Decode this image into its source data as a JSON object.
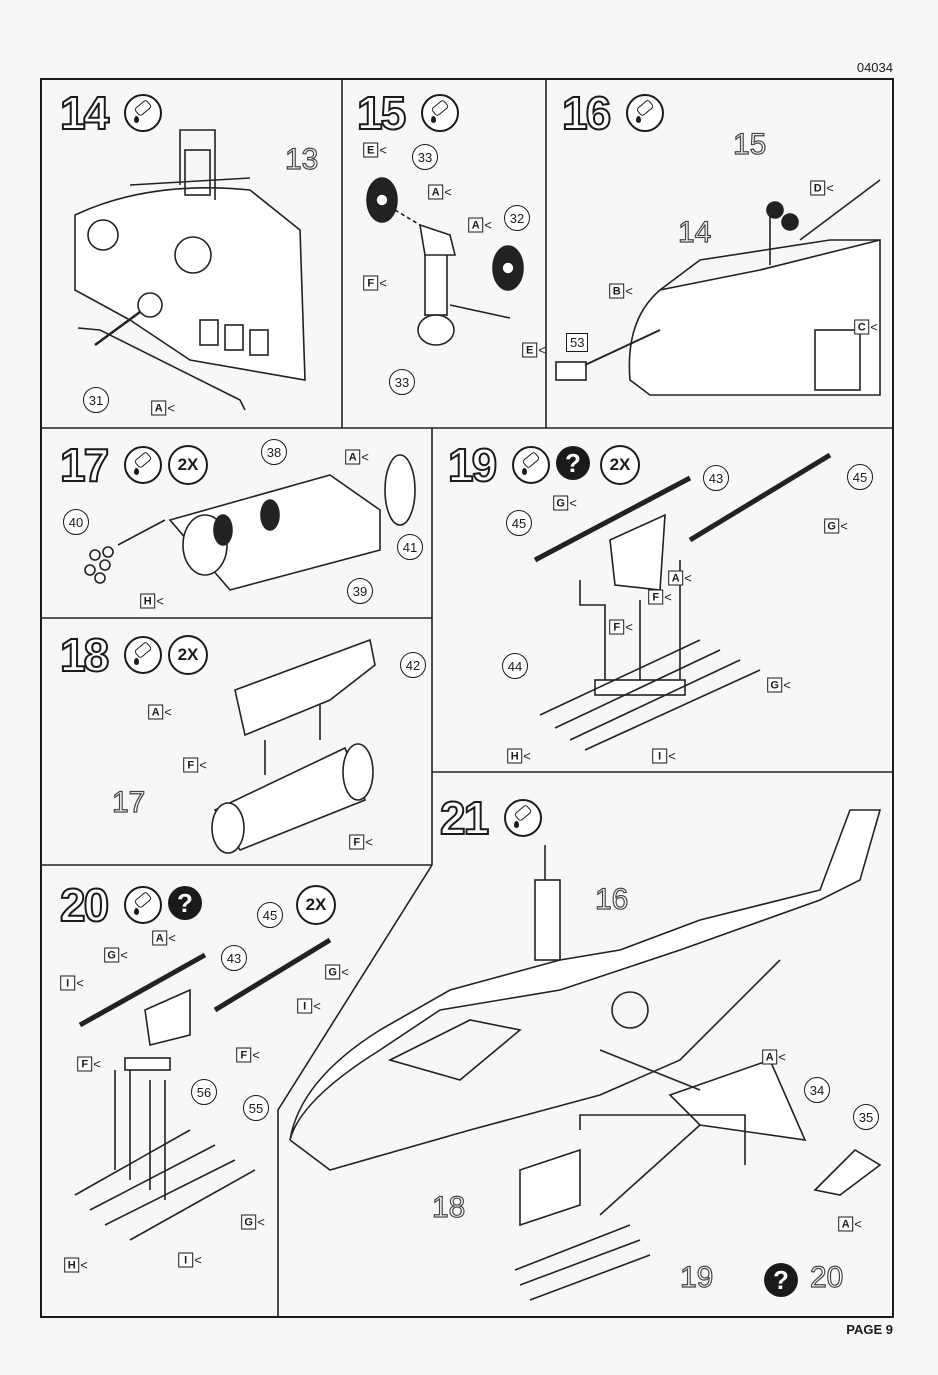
{
  "header": {
    "code": "04034"
  },
  "footer": {
    "page": "PAGE 9"
  },
  "steps": [
    {
      "number": "14",
      "icons": [
        "glue-icon"
      ],
      "multiplier": null,
      "callouts": [
        {
          "t": "on",
          "v": "13"
        },
        {
          "t": "pc",
          "v": "31"
        },
        {
          "t": "fl",
          "v": "A"
        }
      ]
    },
    {
      "number": "15",
      "icons": [
        "glue-icon"
      ],
      "multiplier": null,
      "callouts": [
        {
          "t": "fl",
          "v": "E"
        },
        {
          "t": "pc",
          "v": "33"
        },
        {
          "t": "fl",
          "v": "A"
        },
        {
          "t": "pc",
          "v": "32"
        },
        {
          "t": "fl",
          "v": "A"
        },
        {
          "t": "fl",
          "v": "F"
        },
        {
          "t": "pc",
          "v": "33"
        },
        {
          "t": "fl",
          "v": "E"
        }
      ]
    },
    {
      "number": "16",
      "icons": [
        "glue-icon"
      ],
      "multiplier": null,
      "callouts": [
        {
          "t": "on",
          "v": "15"
        },
        {
          "t": "on",
          "v": "14"
        },
        {
          "t": "fl",
          "v": "D"
        },
        {
          "t": "fl",
          "v": "B"
        },
        {
          "t": "fl",
          "v": "C"
        },
        {
          "t": "box",
          "v": "53"
        }
      ]
    },
    {
      "number": "17",
      "icons": [
        "glue-icon"
      ],
      "multiplier": "2X",
      "callouts": [
        {
          "t": "pc",
          "v": "38"
        },
        {
          "t": "fl",
          "v": "A"
        },
        {
          "t": "pc",
          "v": "40"
        },
        {
          "t": "pc",
          "v": "41"
        },
        {
          "t": "fl",
          "v": "H"
        },
        {
          "t": "pc",
          "v": "39"
        }
      ]
    },
    {
      "number": "19",
      "icons": [
        "glue-icon",
        "question-icon"
      ],
      "multiplier": "2X",
      "callouts": [
        {
          "t": "fl",
          "v": "G"
        },
        {
          "t": "pc",
          "v": "43"
        },
        {
          "t": "pc",
          "v": "45"
        },
        {
          "t": "pc",
          "v": "45"
        },
        {
          "t": "fl",
          "v": "G"
        },
        {
          "t": "fl",
          "v": "A"
        },
        {
          "t": "fl",
          "v": "F"
        },
        {
          "t": "fl",
          "v": "F"
        },
        {
          "t": "pc",
          "v": "44"
        },
        {
          "t": "fl",
          "v": "G"
        },
        {
          "t": "fl",
          "v": "H"
        },
        {
          "t": "fl",
          "v": "I"
        }
      ]
    },
    {
      "number": "18",
      "icons": [
        "glue-icon"
      ],
      "multiplier": "2X",
      "callouts": [
        {
          "t": "pc",
          "v": "42"
        },
        {
          "t": "fl",
          "v": "A"
        },
        {
          "t": "fl",
          "v": "F"
        },
        {
          "t": "on",
          "v": "17"
        },
        {
          "t": "fl",
          "v": "F"
        }
      ]
    },
    {
      "number": "20",
      "icons": [
        "glue-icon",
        "question-icon"
      ],
      "multiplier": "2X",
      "callouts": [
        {
          "t": "pc",
          "v": "45"
        },
        {
          "t": "fl",
          "v": "A"
        },
        {
          "t": "fl",
          "v": "G"
        },
        {
          "t": "pc",
          "v": "43"
        },
        {
          "t": "fl",
          "v": "G"
        },
        {
          "t": "fl",
          "v": "I"
        },
        {
          "t": "fl",
          "v": "I"
        },
        {
          "t": "fl",
          "v": "F"
        },
        {
          "t": "fl",
          "v": "F"
        },
        {
          "t": "pc",
          "v": "56"
        },
        {
          "t": "pc",
          "v": "55"
        },
        {
          "t": "fl",
          "v": "G"
        },
        {
          "t": "fl",
          "v": "H"
        },
        {
          "t": "fl",
          "v": "I"
        }
      ]
    },
    {
      "number": "21",
      "icons": [
        "glue-icon"
      ],
      "multiplier": null,
      "callouts": [
        {
          "t": "on",
          "v": "16"
        },
        {
          "t": "fl",
          "v": "A"
        },
        {
          "t": "pc",
          "v": "34"
        },
        {
          "t": "pc",
          "v": "35"
        },
        {
          "t": "fl",
          "v": "A"
        },
        {
          "t": "on",
          "v": "18"
        },
        {
          "t": "on",
          "v": "19"
        },
        {
          "t": "q",
          "v": "?"
        },
        {
          "t": "on",
          "v": "20"
        }
      ]
    }
  ]
}
